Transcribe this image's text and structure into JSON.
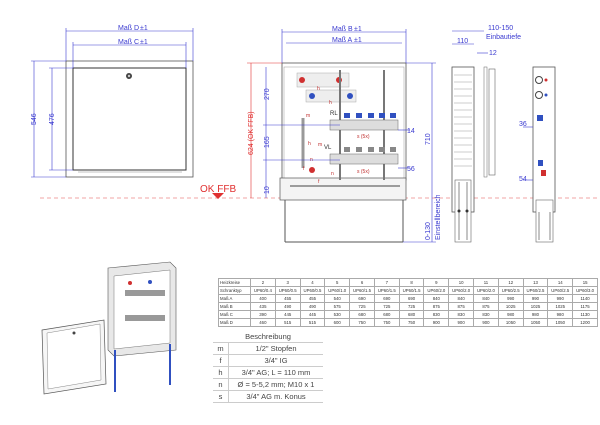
{
  "front_view": {
    "dim_d": "Maß D",
    "dim_c": "Maß C",
    "tolerance": "±1",
    "height_outer": "546",
    "height_inner": "476",
    "floor_label": "OK FFB"
  },
  "installed_view": {
    "dim_b": "Maß B",
    "dim_a": "Maß A",
    "tolerance": "±1",
    "dim_624": "624 (OK FFB)",
    "dim_270": "270",
    "dim_165": "165",
    "dim_10": "10",
    "dim_710": "710",
    "dim_range": "0-130",
    "range_label": "Einstellbereich",
    "dim_14": "14",
    "dim_56": "56",
    "label_rl": "RL",
    "label_vl": "VL",
    "labels": {
      "h": "h",
      "m": "m",
      "n": "n",
      "f": "f",
      "s5": "s (5x)"
    }
  },
  "side_view": {
    "depth": "110-150",
    "depth_label": "Einbautiefe",
    "dim_110": "110",
    "dim_12": "12",
    "dim_710": "710",
    "dim_range": "0-130",
    "range_label": "Einstellbereich"
  },
  "back_side_view": {
    "dim_36": "36",
    "dim_54": "54"
  },
  "colors": {
    "dimension": "#3a3ad0",
    "floor_line": "#e03030",
    "supply": "#d03030",
    "return": "#3050c0"
  },
  "spec_table": {
    "rows": [
      {
        "label": "Heizkreise",
        "values": [
          "2",
          "3",
          "4",
          "5",
          "6",
          "7",
          "8",
          "9",
          "10",
          "11",
          "12",
          "13",
          "14",
          "15"
        ]
      },
      {
        "label": "Schranktyp",
        "values": [
          "UP60/0.4",
          "UP60/0.5",
          "UP60/0.5",
          "UP60/1.0",
          "UP60/1.5",
          "UP60/1.5",
          "UP60/1.5",
          "UP60/2.0",
          "UP60/2.0",
          "UP60/2.0",
          "UP60/2.5",
          "UP60/2.5",
          "UP60/2.5",
          "UP60/3.0"
        ]
      },
      {
        "label": "Maß A",
        "values": [
          "400",
          "455",
          "455",
          "540",
          "690",
          "690",
          "690",
          "840",
          "840",
          "840",
          "990",
          "990",
          "990",
          "1140"
        ]
      },
      {
        "label": "Maß B",
        "values": [
          "435",
          "490",
          "490",
          "575",
          "725",
          "725",
          "725",
          "875",
          "875",
          "875",
          "1025",
          "1025",
          "1025",
          "1175"
        ]
      },
      {
        "label": "Maß C",
        "values": [
          "390",
          "445",
          "445",
          "530",
          "680",
          "680",
          "680",
          "830",
          "830",
          "830",
          "980",
          "980",
          "980",
          "1130"
        ]
      },
      {
        "label": "Maß D",
        "values": [
          "460",
          "515",
          "515",
          "600",
          "750",
          "750",
          "750",
          "900",
          "900",
          "900",
          "1050",
          "1050",
          "1050",
          "1200"
        ]
      }
    ]
  },
  "description_table": {
    "header": "Beschreibung",
    "rows": [
      {
        "key": "m",
        "text": "1/2\" Stopfen"
      },
      {
        "key": "f",
        "text": "3/4\" IG"
      },
      {
        "key": "h",
        "text": "3/4\" AG; L = 110 mm"
      },
      {
        "key": "n",
        "text": "Ø = 5-5,2 mm; M10 x 1"
      },
      {
        "key": "s",
        "text": "3/4\" AG m. Konus"
      }
    ]
  }
}
